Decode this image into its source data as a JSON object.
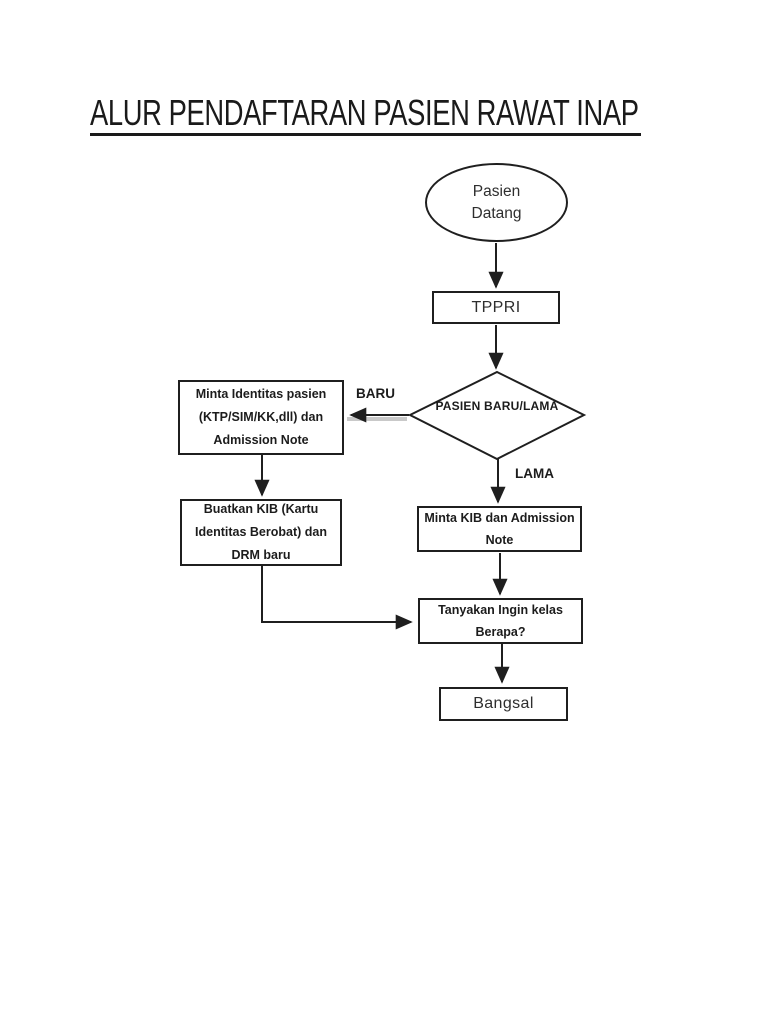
{
  "page": {
    "background": "#ffffff",
    "ink": "#1f1f1f"
  },
  "title": {
    "text": "ALUR PENDAFTARAN PASIEN RAWAT INAP"
  },
  "nodes": {
    "start": {
      "shape": "ellipse",
      "lines": [
        "Pasien",
        "Datang"
      ]
    },
    "tppri": {
      "shape": "rectangle",
      "label": "TPPRI"
    },
    "decision": {
      "shape": "diamond",
      "lines": [
        "PASIEN",
        "BARU/LAMA"
      ]
    },
    "minta_identitas": {
      "shape": "rectangle",
      "lines": [
        "Minta Identitas pasien",
        "(KTP/SIM/KK,dll) dan",
        "Admission Note"
      ]
    },
    "buatkan_kib": {
      "shape": "rectangle",
      "lines": [
        "Buatkan KIB (Kartu",
        "Identitas Berobat) dan",
        "DRM baru"
      ]
    },
    "minta_kib": {
      "shape": "rectangle",
      "lines": [
        "Minta KIB dan Admission",
        "Note"
      ]
    },
    "tanyakan_kelas": {
      "shape": "rectangle",
      "lines": [
        "Tanyakan Ingin kelas",
        "Berapa?"
      ]
    },
    "bangsal": {
      "shape": "rectangle",
      "label": "Bangsal"
    }
  },
  "edges": {
    "baru_label": "BARU",
    "lama_label": "LAMA"
  }
}
